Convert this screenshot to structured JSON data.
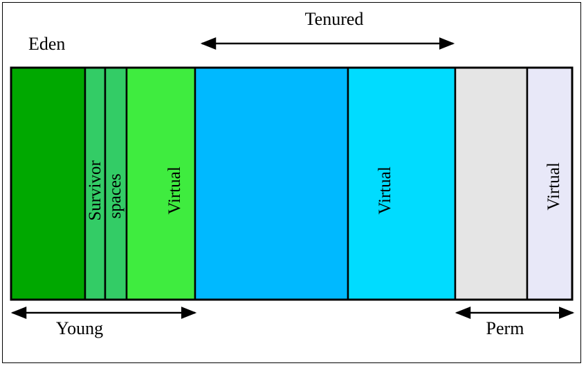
{
  "labels": {
    "eden": "Eden",
    "tenured": "Tenured",
    "young": "Young",
    "perm": "Perm",
    "survivor_line1": "Survivor",
    "survivor_line2": "spaces",
    "virtual_young": "Virtual",
    "virtual_tenured": "Virtual",
    "virtual_perm": "Virtual"
  },
  "colors": {
    "eden": "#00A800",
    "survivor": "#33CC66",
    "virtual_young": "#3FEC3F",
    "tenured": "#00B9FF",
    "virtual_tenured": "#00DCFF",
    "perm": "#E5E5E5",
    "virtual_perm": "#E8E8F8",
    "outline": "#000000"
  }
}
